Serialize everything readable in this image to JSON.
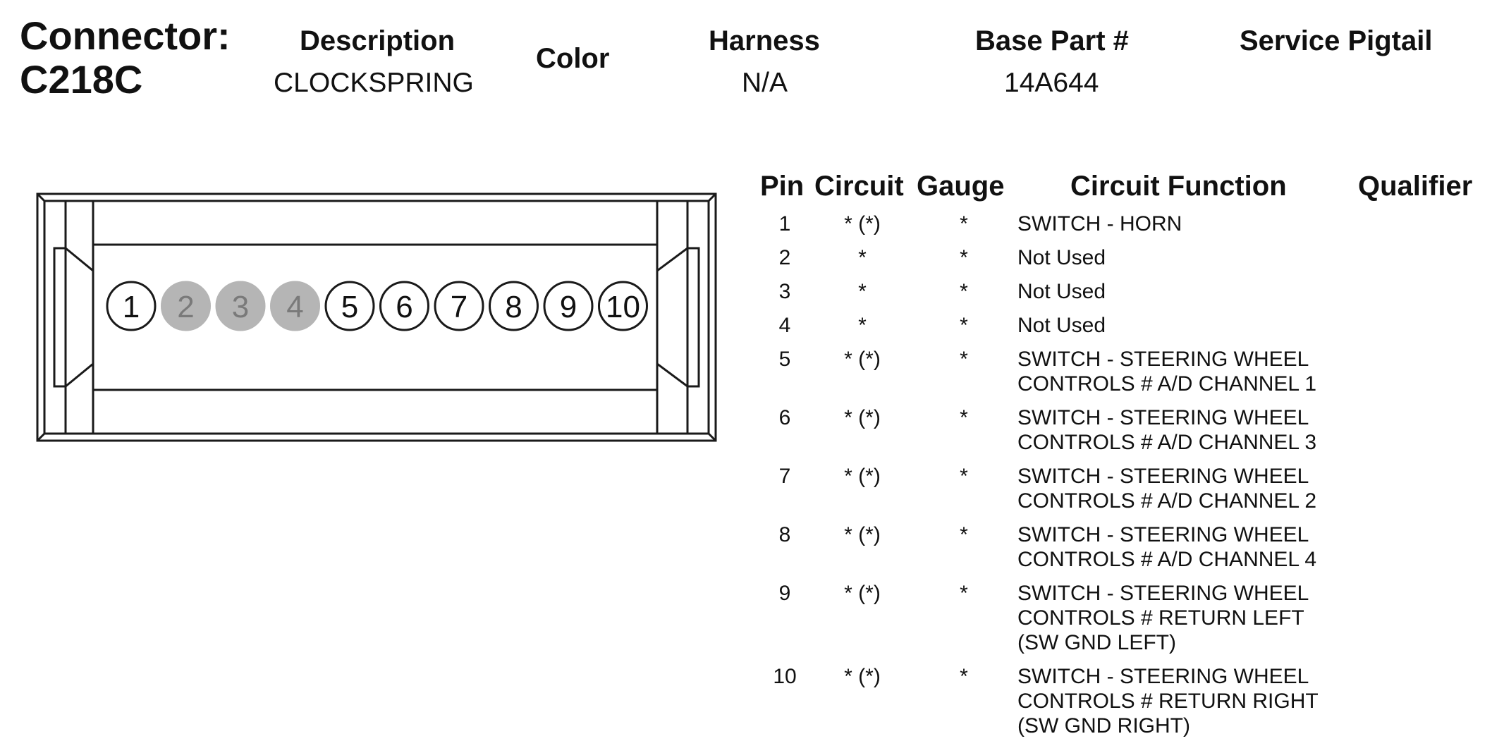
{
  "header": {
    "connector_label": "Connector:",
    "connector_id": "C218C",
    "description_label": "Description",
    "description_value": "CLOCKSPRING",
    "color_label": "Color",
    "harness_label": "Harness",
    "harness_value": "N/A",
    "base_part_label": "Base Part #",
    "base_part_value": "14A644",
    "service_pigtail_label": "Service Pigtail"
  },
  "table": {
    "columns": [
      "Pin",
      "Circuit",
      "Gauge",
      "Circuit Function",
      "Qualifier"
    ],
    "rows": [
      {
        "pin": "1",
        "circuit": "* (*)",
        "gauge": "*",
        "function": [
          "SWITCH - HORN"
        ]
      },
      {
        "pin": "2",
        "circuit": "*",
        "gauge": "*",
        "function": [
          "Not Used"
        ]
      },
      {
        "pin": "3",
        "circuit": "*",
        "gauge": "*",
        "function": [
          "Not Used"
        ]
      },
      {
        "pin": "4",
        "circuit": "*",
        "gauge": "*",
        "function": [
          "Not Used"
        ]
      },
      {
        "pin": "5",
        "circuit": "* (*)",
        "gauge": "*",
        "function": [
          "SWITCH - STEERING WHEEL",
          "CONTROLS # A/D CHANNEL 1"
        ]
      },
      {
        "pin": "6",
        "circuit": "* (*)",
        "gauge": "*",
        "function": [
          "SWITCH - STEERING WHEEL",
          "CONTROLS # A/D CHANNEL 3"
        ]
      },
      {
        "pin": "7",
        "circuit": "* (*)",
        "gauge": "*",
        "function": [
          "SWITCH - STEERING WHEEL",
          "CONTROLS # A/D CHANNEL 2"
        ]
      },
      {
        "pin": "8",
        "circuit": "* (*)",
        "gauge": "*",
        "function": [
          "SWITCH - STEERING WHEEL",
          "CONTROLS # A/D CHANNEL 4"
        ]
      },
      {
        "pin": "9",
        "circuit": "* (*)",
        "gauge": "*",
        "function": [
          "SWITCH - STEERING WHEEL",
          "CONTROLS # RETURN LEFT",
          "(SW GND LEFT)"
        ]
      },
      {
        "pin": "10",
        "circuit": "* (*)",
        "gauge": "*",
        "function": [
          "SWITCH - STEERING WHEEL",
          "CONTROLS # RETURN RIGHT",
          "(SW GND RIGHT)"
        ]
      }
    ]
  },
  "connector": {
    "pins": [
      {
        "label": "1",
        "used": true
      },
      {
        "label": "2",
        "used": false
      },
      {
        "label": "3",
        "used": false
      },
      {
        "label": "4",
        "used": false
      },
      {
        "label": "5",
        "used": true
      },
      {
        "label": "6",
        "used": true
      },
      {
        "label": "7",
        "used": true
      },
      {
        "label": "8",
        "used": true
      },
      {
        "label": "9",
        "used": true
      },
      {
        "label": "10",
        "used": true
      }
    ],
    "colors": {
      "outline": "#1a1a1a",
      "used_fill": "#ffffff",
      "unused_fill": "#b5b5b5",
      "unused_text": "#7a7a7a"
    }
  }
}
